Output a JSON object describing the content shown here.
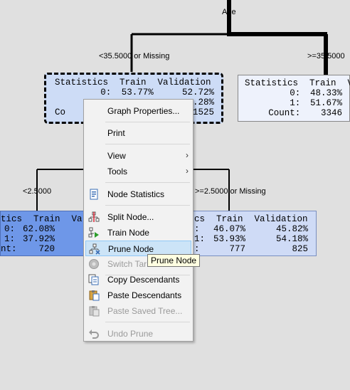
{
  "tree": {
    "root_label": "Age",
    "split_labels": {
      "top_left": "<35.5000 or Missing",
      "top_right": ">=35.5000",
      "lower_left": "<2.5000",
      "lower_right": ">=2.5000 or Missing"
    },
    "nodes": {
      "selected": {
        "header": [
          "Statistics",
          "Train",
          "Validation"
        ],
        "rows": [
          [
            "0:",
            "53.77%",
            "52.72%"
          ],
          [
            "",
            "",
            ".28%"
          ],
          [
            "Co",
            "",
            "1525"
          ]
        ]
      },
      "right": {
        "header": [
          "Statistics",
          "Train",
          "V"
        ],
        "rows": [
          [
            "0:",
            "48.33%",
            ""
          ],
          [
            "1:",
            "51.67%",
            ""
          ],
          [
            "Count:",
            "3346",
            ""
          ]
        ]
      },
      "lower_left": {
        "header": [
          "tics",
          "Train",
          "Vali"
        ],
        "rows": [
          [
            "0:",
            "62.08%",
            ""
          ],
          [
            "1:",
            "37.92%",
            ""
          ],
          [
            "nt:",
            "720",
            ""
          ]
        ]
      },
      "lower_right": {
        "header": [
          "cs",
          "Train",
          "Validation"
        ],
        "rows": [
          [
            ":",
            "46.07%",
            "45.82%"
          ],
          [
            "1:",
            "53.93%",
            "54.18%"
          ],
          [
            ":",
            "777",
            "825"
          ]
        ]
      }
    }
  },
  "context_menu": {
    "items": [
      {
        "label": "Graph Properties...",
        "icon": "none",
        "disabled": false,
        "submenu": false
      },
      {
        "label": "Print",
        "icon": "none",
        "disabled": false,
        "submenu": false
      },
      {
        "label": "View",
        "icon": "none",
        "disabled": false,
        "submenu": true
      },
      {
        "label": "Tools",
        "icon": "none",
        "disabled": false,
        "submenu": true
      },
      {
        "label": "Node Statistics",
        "icon": "node-statistics-icon",
        "disabled": false,
        "submenu": false
      },
      {
        "label": "Split Node...",
        "icon": "split-node-icon",
        "disabled": false,
        "submenu": false
      },
      {
        "label": "Train Node",
        "icon": "train-node-icon",
        "disabled": false,
        "submenu": false
      },
      {
        "label": "Prune Node",
        "icon": "prune-node-icon",
        "disabled": false,
        "submenu": false,
        "highlighted": true
      },
      {
        "label": "Switch Tar",
        "icon": "switch-target-icon",
        "disabled": true,
        "submenu": false
      },
      {
        "label": "Copy Descendants",
        "icon": "copy-descendants-icon",
        "disabled": false,
        "submenu": false
      },
      {
        "label": "Paste Descendants",
        "icon": "paste-descendants-icon",
        "disabled": false,
        "submenu": false
      },
      {
        "label": "Paste Saved Tree...",
        "icon": "paste-saved-tree-icon",
        "disabled": true,
        "submenu": false
      },
      {
        "label": "Undo Prune",
        "icon": "undo-icon",
        "disabled": true,
        "submenu": false
      }
    ],
    "submenu_arrow": "›"
  },
  "tooltip": {
    "text": "Prune Node"
  },
  "colors": {
    "background": "#e0e0e0",
    "selected_node": "#cddcf6",
    "right_node": "#eef2fc",
    "lower_left_node": "#6e97e8",
    "lower_right_node": "#cfdbf6",
    "menu_highlight": "#cce4f7",
    "tooltip_bg": "#ffffe1"
  }
}
